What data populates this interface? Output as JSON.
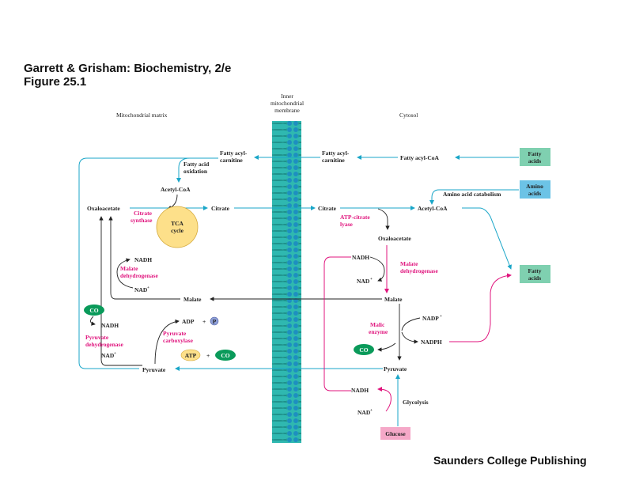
{
  "header": {
    "title_line1": "Garrett & Grisham: Biochemistry, 2/e",
    "title_line2": "Figure 25.1",
    "publisher": "Saunders College Publishing"
  },
  "regions": {
    "matrix": "Mitochondrial matrix",
    "membrane_l1": "Inner",
    "membrane_l2": "mitochondrial",
    "membrane_l3": "membrane",
    "cytosol": "Cytosol"
  },
  "boxes": {
    "fatty_acids_top_l1": "Fatty",
    "fatty_acids_top_l2": "acids",
    "amino_acids_l1": "Amino",
    "amino_acids_l2": "acids",
    "fatty_acids_right_l1": "Fatty",
    "fatty_acids_right_l2": "acids",
    "glucose": "Glucose",
    "tca_l1": "TCA",
    "tca_l2": "cycle",
    "atp": "ATP",
    "co2": "CO",
    "co2_sub": "2",
    "p": "P"
  },
  "labels": {
    "fatty_acyl_coa": "Fatty acyl-CoA",
    "fatty_acyl_carnitine_cyt_l1": "Fatty acyl-",
    "fatty_acyl_carnitine_cyt_l2": "carnitine",
    "fatty_acyl_carnitine_mit_l1": "Fatty acyl-",
    "fatty_acyl_carnitine_mit_l2": "carnitine",
    "fatty_acid_oxidation_l1": "Fatty acid",
    "fatty_acid_oxidation_l2": "oxidation",
    "acetyl_coa_mit": "Acetyl-CoA",
    "acetyl_coa_cyt": "Acetyl-CoA",
    "amino_acid_catabolism": "Amino acid catabolism",
    "oxaloacetate_mit": "Oxaloacetate",
    "citrate_mit": "Citrate",
    "citrate_cyt": "Citrate",
    "oxaloacetate_cyt": "Oxaloacetate",
    "nadh_mit1": "NADH",
    "nad_mit1": "NAD",
    "malate_mit": "Malate",
    "malate_cyt": "Malate",
    "nadh_mit2": "NADH",
    "nad_mit2": "NAD",
    "adp": "ADP",
    "plus": "+",
    "pyruvate_mit": "Pyruvate",
    "pyruvate_cyt": "Pyruvate",
    "nadh_cyt1": "NADH",
    "nad_cyt1": "NAD",
    "nadp": "NADP",
    "nadph": "NADPH",
    "nadh_cyt2": "NADH",
    "nad_cyt2": "NAD",
    "glycolysis": "Glycolysis",
    "sup_plus": "+"
  },
  "enzymes": {
    "citrate_synthase_l1": "Citrate",
    "citrate_synthase_l2": "synthase",
    "malate_dh_mit_l1": "Malate",
    "malate_dh_mit_l2": "dehydrogenase",
    "pyruvate_dh_l1": "Pyruvate",
    "pyruvate_dh_l2": "dehydrogenase",
    "pyruvate_carboxylase_l1": "Pyruvate",
    "pyruvate_carboxylase_l2": "carboxylase",
    "atp_citrate_lyase_l1": "ATP-citrate",
    "atp_citrate_lyase_l2": "lyase",
    "malate_dh_cyt_l1": "Malate",
    "malate_dh_cyt_l2": "dehydrogenase",
    "malic_enzyme_l1": "Malic",
    "malic_enzyme_l2": "enzyme"
  },
  "colors": {
    "transport_arrow": "#1aa6c8",
    "enzyme_text": "#e0147d",
    "membrane": "#2fb8b0",
    "fatty_acids_box": "#7fd0b0",
    "amino_acids_box": "#6cc3e6",
    "glucose_box": "#f5a8c8",
    "tca_circle": "#fde08a",
    "co2_green": "#0a9a5a"
  }
}
